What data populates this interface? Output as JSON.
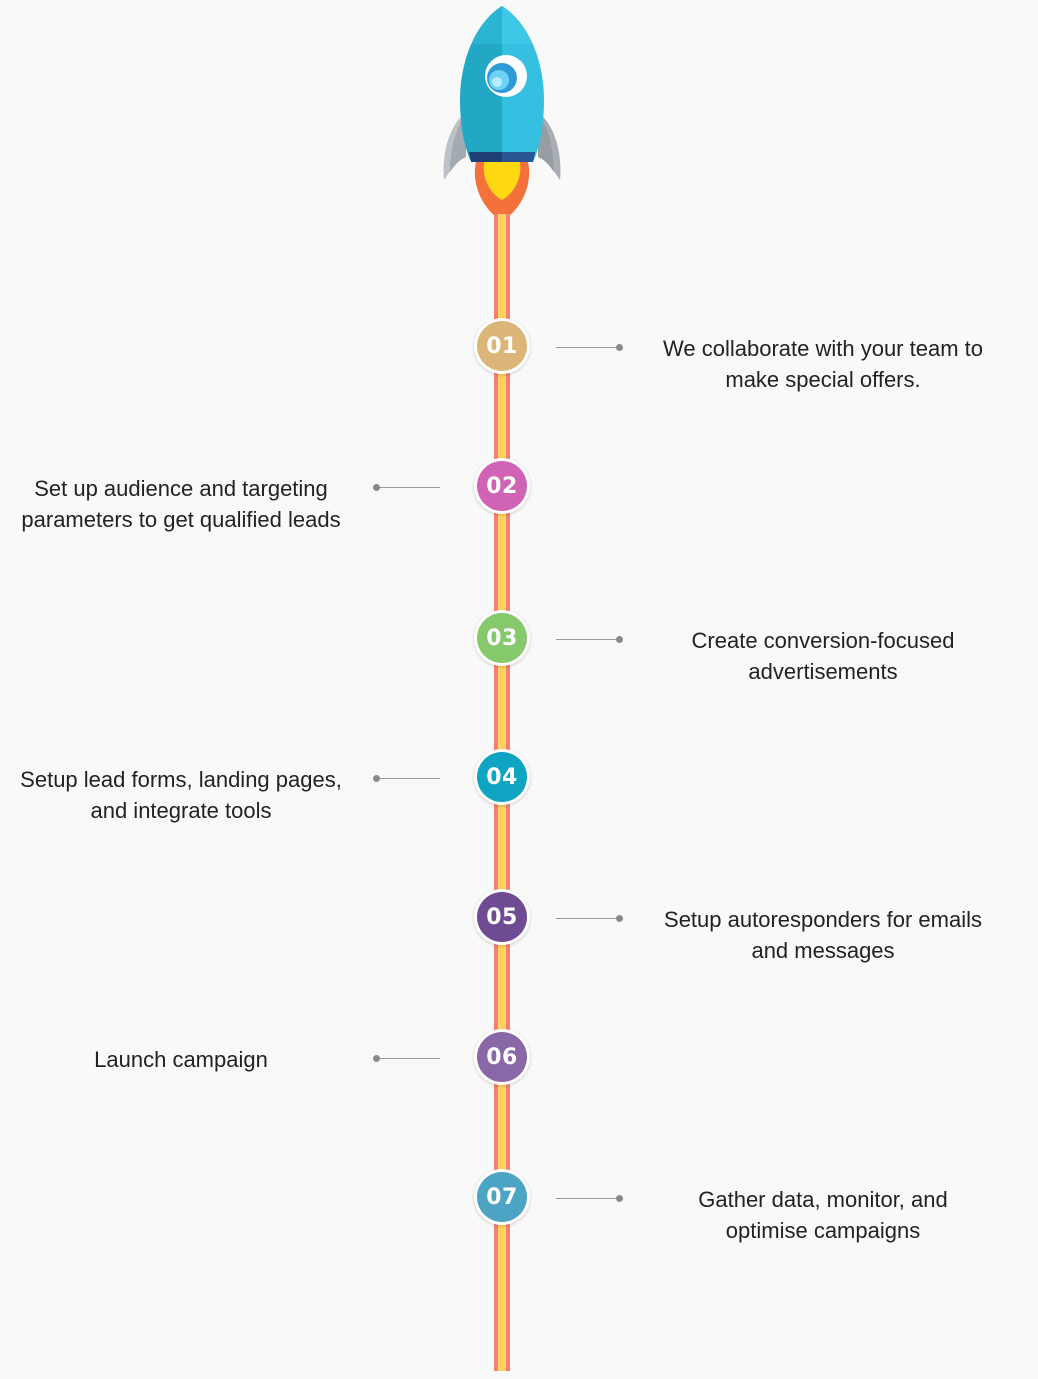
{
  "steps": [
    {
      "number": "01",
      "text": "We collaborate with your team to make special offers.",
      "color": "#dcb678",
      "side": "right"
    },
    {
      "number": "02",
      "text": "Set up audience and targeting parameters to get qualified leads",
      "color": "#d163b6",
      "side": "left"
    },
    {
      "number": "03",
      "text": "Create conversion-focused advertisements",
      "color": "#86c86c",
      "side": "right"
    },
    {
      "number": "04",
      "text": "Setup lead forms, landing pages, and integrate tools",
      "color": "#0ea4c2",
      "side": "left"
    },
    {
      "number": "05",
      "text": "Setup autoresponders for emails and messages",
      "color": "#6f4b93",
      "side": "right"
    },
    {
      "number": "06",
      "text": "Launch campaign",
      "color": "#8a67a7",
      "side": "left"
    },
    {
      "number": "07",
      "text": "Gather data, monitor, and optimise campaigns",
      "color": "#4ba4c4",
      "side": "right"
    }
  ],
  "colors": {
    "background": "#f9f9f9",
    "line_outer": "#f57f73",
    "line_inner": "#fcd35d",
    "rocket_body_light": "#35c0e1",
    "rocket_body_dark": "#22a8c4",
    "rocket_fins": "#a8aeb4",
    "rocket_band": "#1e3f73",
    "flame_outer": "#f5713b",
    "flame_inner": "#ffd814"
  },
  "icons": {
    "rocket": "rocket-icon"
  }
}
